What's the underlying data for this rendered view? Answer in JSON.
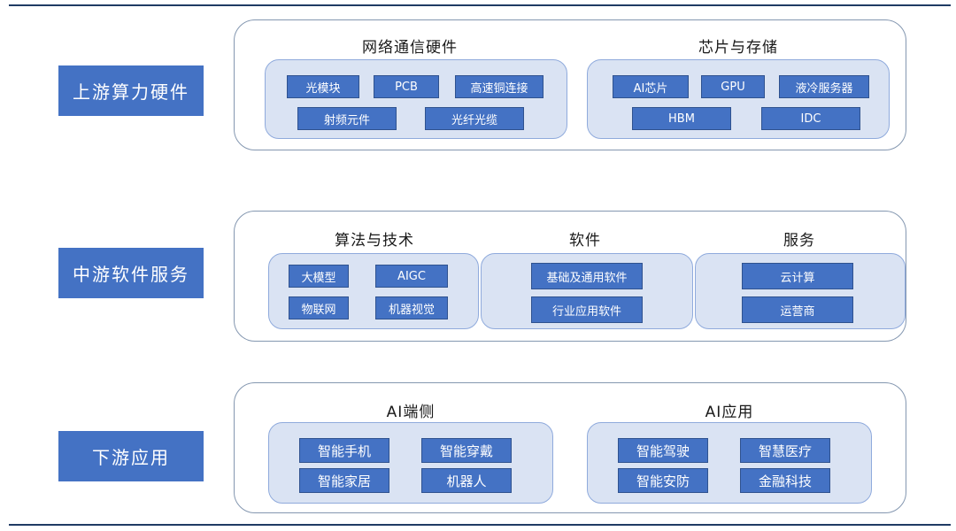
{
  "tiers": {
    "upstream": {
      "label": "上游算力硬件",
      "groups": {
        "network": {
          "title": "网络通信硬件",
          "items": [
            "光模块",
            "PCB",
            "高速铜连接",
            "射频元件",
            "光纤光缆"
          ]
        },
        "chips": {
          "title": "芯片与存储",
          "items": [
            "AI芯片",
            "GPU",
            "液冷服务器",
            "HBM",
            "IDC"
          ]
        }
      }
    },
    "midstream": {
      "label": "中游软件服务",
      "groups": {
        "algorithms": {
          "title": "算法与技术",
          "items": [
            "大模型",
            "AIGC",
            "物联网",
            "机器视觉"
          ]
        },
        "software": {
          "title": "软件",
          "items": [
            "基础及通用软件",
            "行业应用软件"
          ]
        },
        "services": {
          "title": "服务",
          "items": [
            "云计算",
            "运营商"
          ]
        }
      }
    },
    "downstream": {
      "label": "下游应用",
      "groups": {
        "edge": {
          "title": "AI端侧",
          "items": [
            "智能手机",
            "智能穿戴",
            "智能家居",
            "机器人"
          ]
        },
        "apps": {
          "title": "AI应用",
          "items": [
            "智能驾驶",
            "智慧医疗",
            "智能安防",
            "金融科技"
          ]
        }
      }
    }
  },
  "colors": {
    "tier_fill": "#4472c4",
    "group_fill": "#dae3f3",
    "rule": "#1f3b64"
  }
}
